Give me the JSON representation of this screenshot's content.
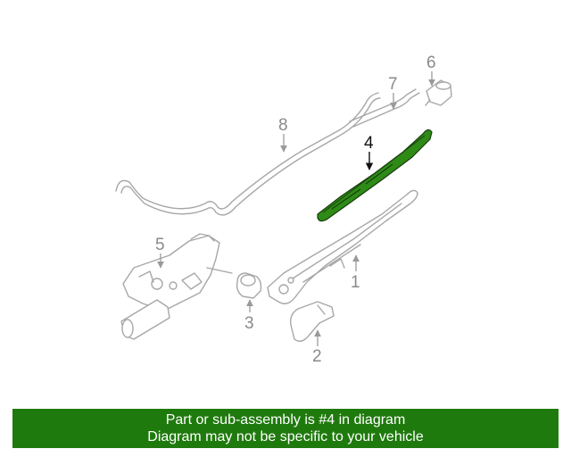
{
  "callouts": {
    "c1": "1",
    "c2": "2",
    "c3": "3",
    "c4": "4",
    "c5": "5",
    "c6": "6",
    "c7": "7",
    "c8": "8"
  },
  "highlight_color": "#2e8b16",
  "banner": {
    "line1": "Part or sub-assembly is #4 in diagram",
    "line2": "Diagram may not be specific to your vehicle",
    "background": "#1f7a0d"
  }
}
